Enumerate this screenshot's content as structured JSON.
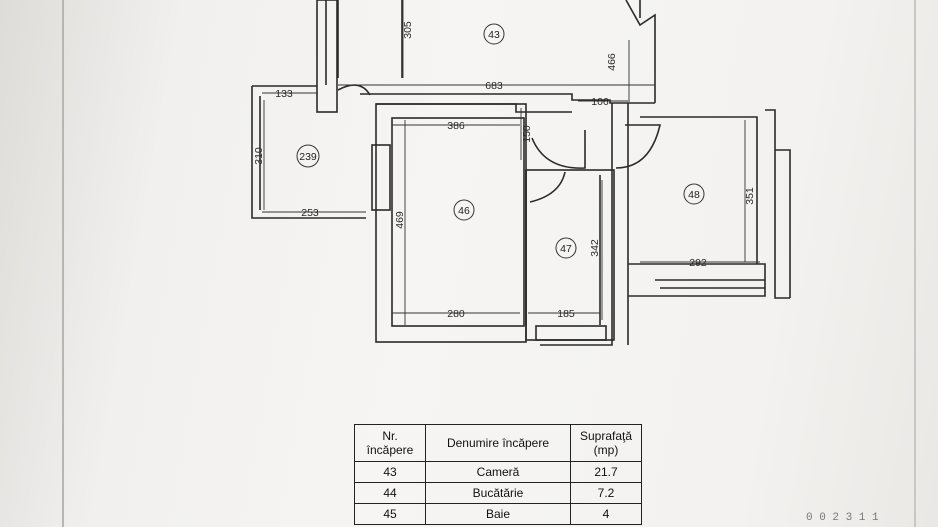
{
  "plan": {
    "rooms": [
      {
        "id": "43"
      },
      {
        "id": "239"
      },
      {
        "id": "46"
      },
      {
        "id": "47"
      },
      {
        "id": "48"
      }
    ],
    "dimensions": {
      "d305": "305",
      "d466": "466",
      "d683": "683",
      "d133": "133",
      "d106": "106",
      "d386": "386",
      "d150": "150",
      "d310": "310",
      "d253": "253",
      "d469": "469",
      "d342": "342",
      "d351": "351",
      "d292": "292",
      "d280": "280",
      "d185": "185"
    }
  },
  "table": {
    "headers": [
      "Nr. încăpere",
      "Denumire încăpere",
      "Suprafaţă (mp)"
    ],
    "headers_lines": [
      [
        "Nr.",
        "încăpere"
      ],
      [
        "Denumire încăpere"
      ],
      [
        "Suprafaţă",
        "(mp)"
      ]
    ],
    "rows": [
      {
        "nr": "43",
        "name": "Cameră",
        "area": "21.7"
      },
      {
        "nr": "44",
        "name": "Bucătărie",
        "area": "7.2"
      },
      {
        "nr": "45",
        "name": "Baie",
        "area": "4"
      }
    ]
  },
  "stamp": "0 0 2 3 1 1"
}
